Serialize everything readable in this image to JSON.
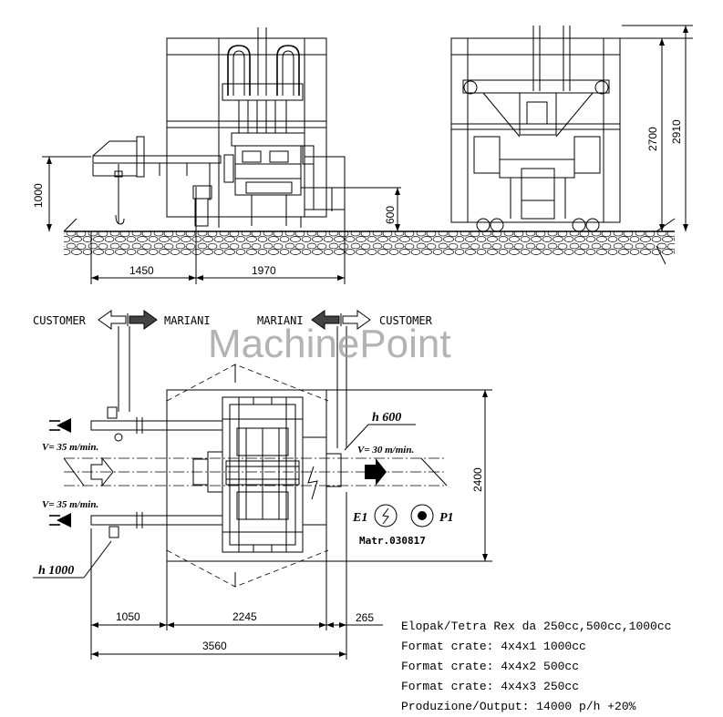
{
  "watermark": "MachinePoint",
  "elevation": {
    "dim_1000": "1000",
    "dim_600": "600",
    "dim_2700": "2700",
    "dim_2910": "2910",
    "dim_1450": "1450",
    "dim_1970": "1970"
  },
  "plan": {
    "customer_left": "CUSTOMER",
    "mariani_left": "MARIANI",
    "mariani_right": "MARIANI",
    "customer_right": "CUSTOMER",
    "speed_in_top": "V= 35 m/min.",
    "speed_in_bottom": "V= 35 m/min.",
    "speed_out": "V= 30 m/min.",
    "h_600": "h 600",
    "h_1000": "h 1000",
    "e1": "E1",
    "p1": "P1",
    "matr": "Matr.030817",
    "dim_2400": "2400",
    "dim_1050": "1050",
    "dim_2245": "2245",
    "dim_265": "265",
    "dim_3560": "3560"
  },
  "specs": [
    "Elopak/Tetra Rex da 250cc,500cc,1000cc",
    "Format crate: 4x4x1 1000cc",
    "Format crate: 4x4x2 500cc",
    "Format crate: 4x4x3 250cc",
    "Produzione/Output: 14000 p/h +20%"
  ]
}
